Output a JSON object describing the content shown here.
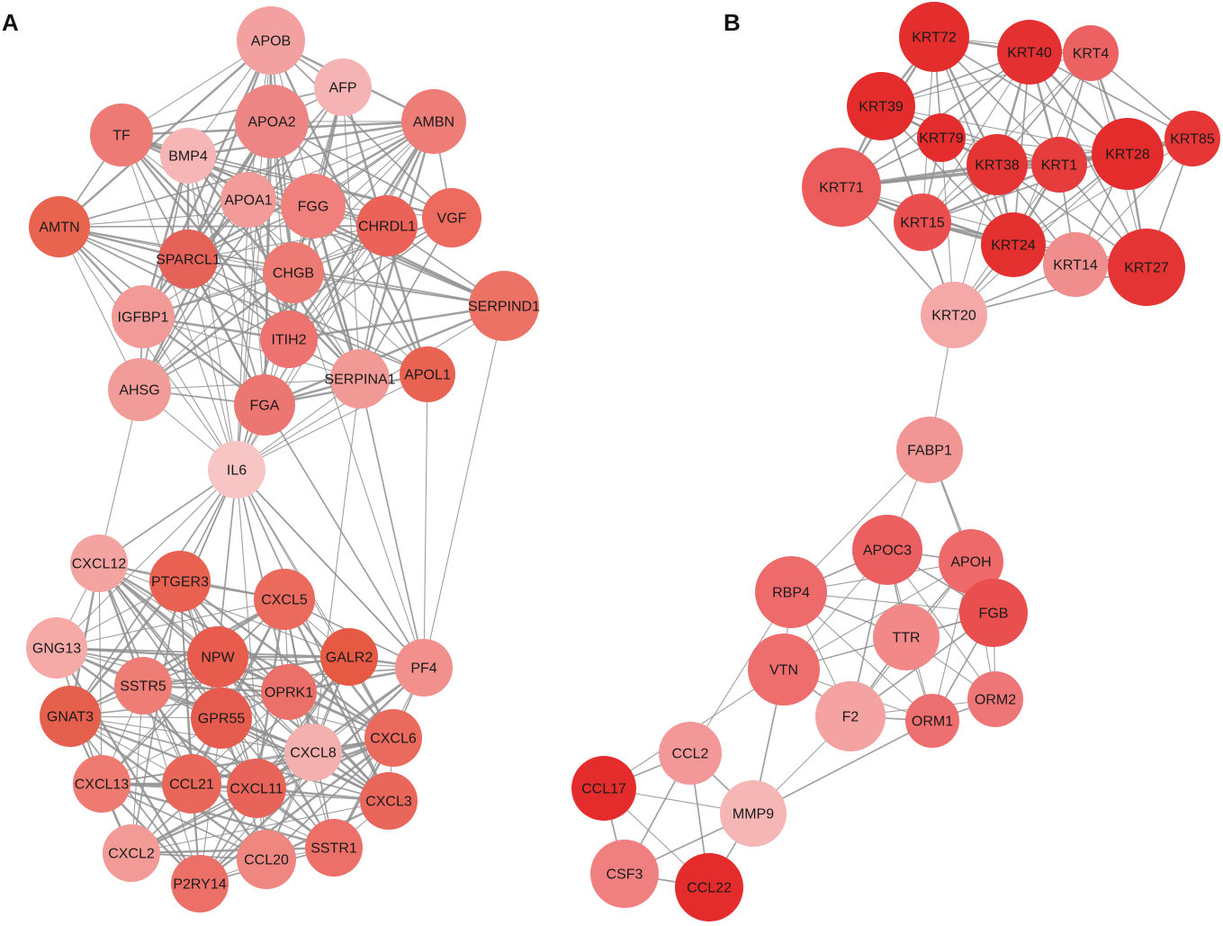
{
  "panels": {
    "a": {
      "label": "A",
      "nodes": [
        {
          "id": "APOB",
          "color": "#f2a0a0"
        },
        {
          "id": "AFP",
          "color": "#f5b3b3"
        },
        {
          "id": "APOA2",
          "color": "#ee8585"
        },
        {
          "id": "AMBN",
          "color": "#ee7d78"
        },
        {
          "id": "TF",
          "color": "#ee7a75"
        },
        {
          "id": "BMP4",
          "color": "#f6b6b6"
        },
        {
          "id": "APOA1",
          "color": "#f29b98"
        },
        {
          "id": "FGG",
          "color": "#ef807c"
        },
        {
          "id": "CHRDL1",
          "color": "#ea6258"
        },
        {
          "id": "VGF",
          "color": "#ec6a5e"
        },
        {
          "id": "AMTN",
          "color": "#e8644f"
        },
        {
          "id": "SPARCL1",
          "color": "#e56258"
        },
        {
          "id": "CHGB",
          "color": "#ed7a73"
        },
        {
          "id": "SERPIND1",
          "color": "#ed7266"
        },
        {
          "id": "IGFBP1",
          "color": "#f29a97"
        },
        {
          "id": "ITIH2",
          "color": "#ec7370"
        },
        {
          "id": "AHSG",
          "color": "#f29c9a"
        },
        {
          "id": "FGA",
          "color": "#ec7672"
        },
        {
          "id": "SERPINA1",
          "color": "#f19994"
        },
        {
          "id": "APOL1",
          "color": "#e96352"
        },
        {
          "id": "IL6",
          "color": "#f8c5c5"
        },
        {
          "id": "CXCL12",
          "color": "#f3a3a0"
        },
        {
          "id": "PTGER3",
          "color": "#e96150"
        },
        {
          "id": "CXCL5",
          "color": "#ea6a5e"
        },
        {
          "id": "GNG13",
          "color": "#f5aaa8"
        },
        {
          "id": "NPW",
          "color": "#e75c4c"
        },
        {
          "id": "GALR2",
          "color": "#e65a44"
        },
        {
          "id": "PF4",
          "color": "#f1908c"
        },
        {
          "id": "SSTR5",
          "color": "#ee7d76"
        },
        {
          "id": "OPRK1",
          "color": "#ec706a"
        },
        {
          "id": "GNAT3",
          "color": "#e5604c"
        },
        {
          "id": "GPR55",
          "color": "#e55c4e"
        },
        {
          "id": "CXCL8",
          "color": "#f4b0ae"
        },
        {
          "id": "CXCL6",
          "color": "#ea6a5e"
        },
        {
          "id": "CXCL13",
          "color": "#ee7a72"
        },
        {
          "id": "CCL21",
          "color": "#e9665a"
        },
        {
          "id": "CXCL11",
          "color": "#e8645a"
        },
        {
          "id": "CXCL3",
          "color": "#e8665a"
        },
        {
          "id": "CXCL2",
          "color": "#f29a96"
        },
        {
          "id": "CCL20",
          "color": "#ef8680"
        },
        {
          "id": "SSTR1",
          "color": "#ec7068"
        },
        {
          "id": "P2RY14",
          "color": "#ec7068"
        }
      ]
    },
    "b": {
      "label": "B",
      "nodes": [
        {
          "id": "KRT72",
          "color": "#e42d2d"
        },
        {
          "id": "KRT40",
          "color": "#e43030"
        },
        {
          "id": "KRT4",
          "color": "#ec6262"
        },
        {
          "id": "KRT39",
          "color": "#e42c2c"
        },
        {
          "id": "KRT79",
          "color": "#e42c2c"
        },
        {
          "id": "KRT38",
          "color": "#e53434"
        },
        {
          "id": "KRT1",
          "color": "#e63c3c"
        },
        {
          "id": "KRT28",
          "color": "#e42c2c"
        },
        {
          "id": "KRT85",
          "color": "#e63636"
        },
        {
          "id": "KRT71",
          "color": "#ec5c5c"
        },
        {
          "id": "KRT15",
          "color": "#ea4e4e"
        },
        {
          "id": "KRT24",
          "color": "#e53030"
        },
        {
          "id": "KRT14",
          "color": "#f08e8e"
        },
        {
          "id": "KRT27",
          "color": "#e53434"
        },
        {
          "id": "KRT20",
          "color": "#f4a8a8"
        },
        {
          "id": "FABP1",
          "color": "#f29595"
        },
        {
          "id": "APOC3",
          "color": "#ec5f60"
        },
        {
          "id": "APOH",
          "color": "#ee6a6a"
        },
        {
          "id": "RBP4",
          "color": "#ee6b6b"
        },
        {
          "id": "FGB",
          "color": "#ea4f4f"
        },
        {
          "id": "TTR",
          "color": "#f28888"
        },
        {
          "id": "VTN",
          "color": "#ee6e6e"
        },
        {
          "id": "F2",
          "color": "#f4a2a2"
        },
        {
          "id": "ORM1",
          "color": "#ee6f6f"
        },
        {
          "id": "ORM2",
          "color": "#ef7676"
        },
        {
          "id": "CCL2",
          "color": "#f29898"
        },
        {
          "id": "CCL17",
          "color": "#e42c2c"
        },
        {
          "id": "MMP9",
          "color": "#f6b6b6"
        },
        {
          "id": "CSF3",
          "color": "#f08080"
        },
        {
          "id": "CCL22",
          "color": "#e42c2c"
        }
      ]
    }
  },
  "colors": {
    "edge": "#8f8f8f",
    "label": "#1a1a1a"
  }
}
